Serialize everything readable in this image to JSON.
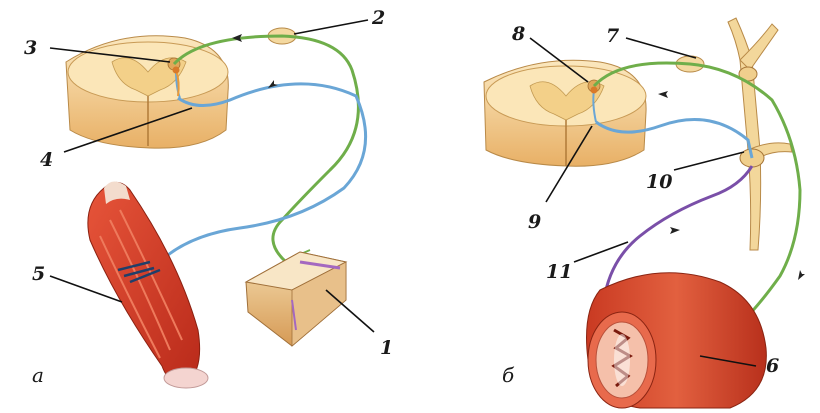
{
  "panels": [
    {
      "id": "a",
      "label": "а"
    },
    {
      "id": "b",
      "label": "б"
    }
  ],
  "numbers": {
    "n1": "1",
    "n2": "2",
    "n3": "3",
    "n4": "4",
    "n5": "5",
    "n6": "6",
    "n7": "7",
    "n8": "8",
    "n9": "9",
    "n10": "10",
    "n11": "11"
  },
  "colors": {
    "cord_fill": "#f6dba0",
    "cord_dark": "#e6b56a",
    "sensory_nerve": "#6fae4a",
    "motor_nerve": "#6aa6d6",
    "autonomic_nerve": "#7a4fa8",
    "muscle": "#d8432b",
    "intestine": "#d44a2c",
    "ganglion_chain": "#f3d79b"
  }
}
